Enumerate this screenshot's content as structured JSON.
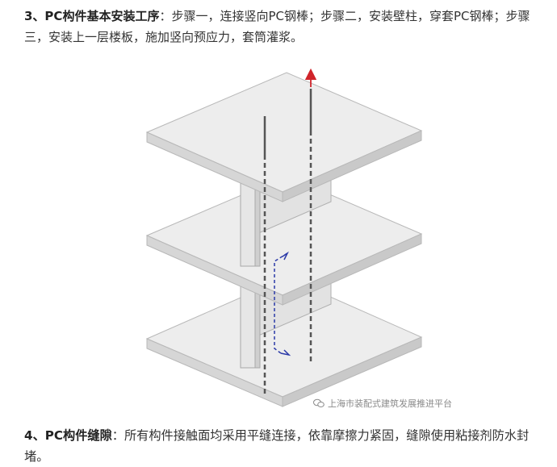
{
  "section3": {
    "heading": "3、PC构件基本安装工序",
    "body": "：步骤一，连接竖向PC钢棒；步骤二，安装壁柱，穿套PC钢棒；步骤三，安装上一层楼板，施加竖向预应力，套筒灌浆。"
  },
  "section4": {
    "heading": "4、PC构件缝隙",
    "body": "：所有构件接触面均采用平缝连接，依靠摩擦力紧固，缝隙使用粘接剂防水封堵。"
  },
  "watermark": {
    "text": "上海市装配式建筑发展推进平台",
    "icon": "wechat-icon"
  },
  "colors": {
    "arrow_red": "#d0242a",
    "arrow_blue": "#2b3aa8",
    "slab_top": "#ececec",
    "slab_edge": "#cfcfcf"
  }
}
